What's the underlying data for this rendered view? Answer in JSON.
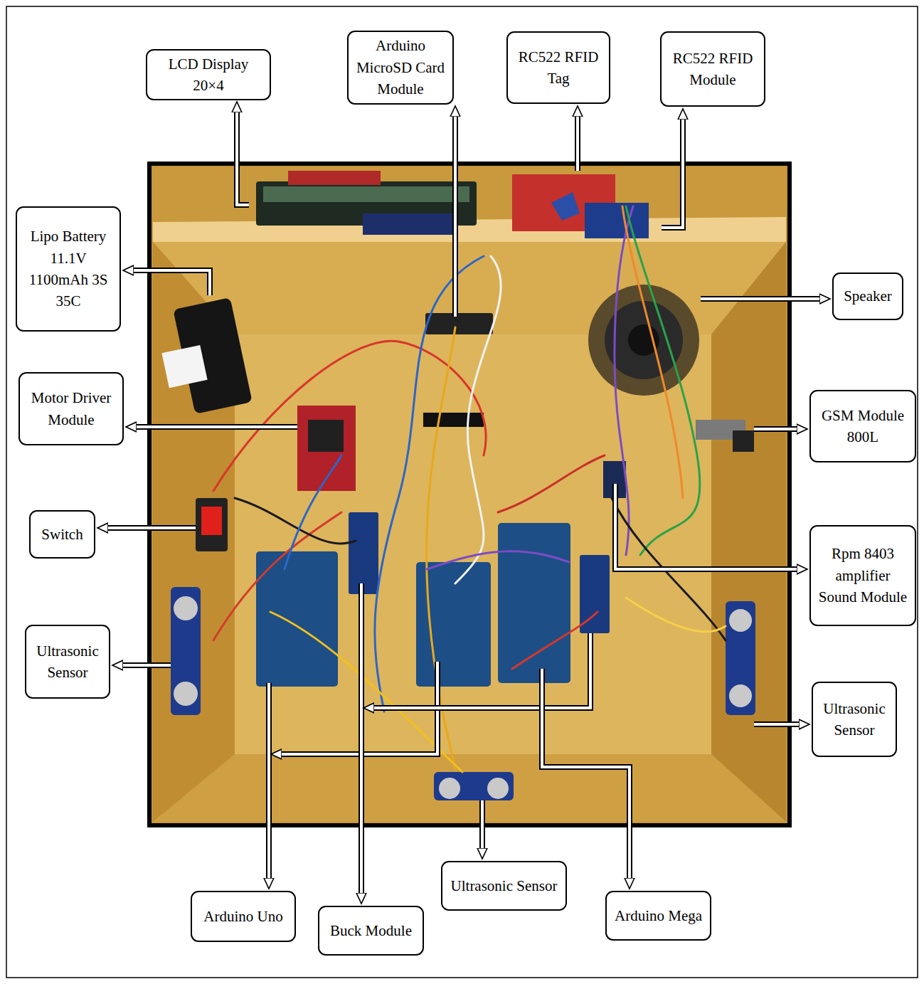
{
  "diagram": {
    "nodes": [
      {
        "text": [
          "LCD Display 20×4"
        ]
      },
      {
        "text": [
          "Arduino MicroSD Card Module"
        ]
      },
      {
        "text": [
          "RC522 RFID Tag"
        ]
      },
      {
        "text": [
          "RC522 RFID Module"
        ]
      },
      {
        "text": [
          "Lipo Battery 11.1V 1100mAh 3S 35C"
        ]
      },
      {
        "text": [
          "Speaker"
        ]
      },
      {
        "text": [
          "Motor Driver Module"
        ]
      },
      {
        "text": [
          "GSM Module 800L"
        ]
      },
      {
        "text": [
          "Switch"
        ]
      },
      {
        "text": [
          "Rpm 8403 amplifier Sound Module"
        ]
      },
      {
        "text": [
          "Ultrasonic Sensor"
        ]
      },
      {
        "text": [
          "Ultrasonic Sensor"
        ]
      },
      {
        "text": [
          "Ultrasonic Sensor"
        ]
      },
      {
        "text": [
          "Arduino Uno"
        ]
      },
      {
        "text": [
          "Buck Module"
        ]
      },
      {
        "text": [
          "Arduino Mega"
        ]
      }
    ]
  }
}
